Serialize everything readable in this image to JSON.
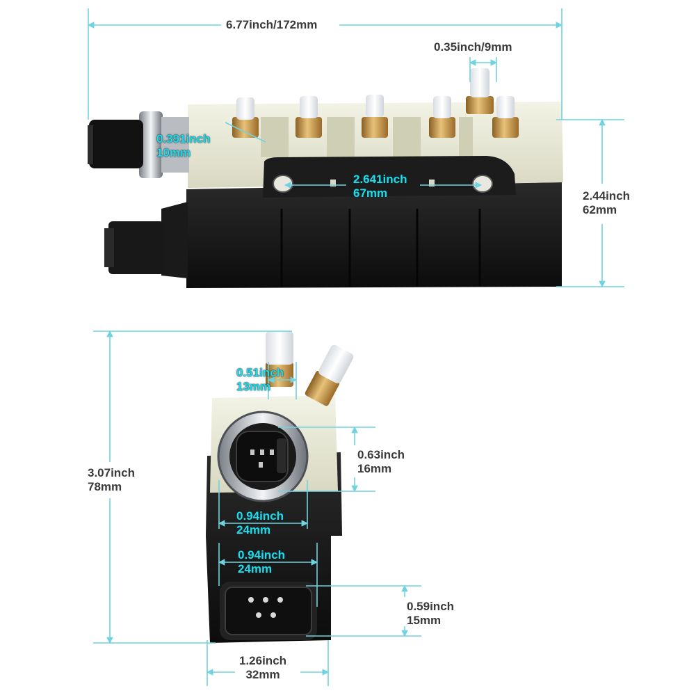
{
  "colors": {
    "dimension_line": "#6fd3e0",
    "cyan_label": "#1fdde8",
    "dark_label": "#3a3a3a",
    "housing_black": "#141414",
    "housing_cream": "#e9e9d6",
    "brass": "#c89a4a"
  },
  "dimensions": {
    "overall_length": "6.77inch/172mm",
    "port_width": "0.35inch/9mm",
    "fitting_width": {
      "inch": "0.391inch",
      "mm": "10mm"
    },
    "mount_spacing": {
      "inch": "2.641inch",
      "mm": "67mm"
    },
    "side_height": {
      "inch": "2.44inch",
      "mm": "62mm"
    },
    "end_height": {
      "inch": "3.07inch",
      "mm": "78mm"
    },
    "end_port_width": {
      "inch": "0.51inch",
      "mm": "13mm"
    },
    "sensor_height": {
      "inch": "0.63inch",
      "mm": "16mm"
    },
    "sensor_width": {
      "inch": "0.94inch",
      "mm": "24mm"
    },
    "connector_width": {
      "inch": "0.94inch",
      "mm": "24mm"
    },
    "connector_height": {
      "inch": "0.59inch",
      "mm": "15mm"
    },
    "end_width": {
      "inch": "1.26inch",
      "mm": "32mm"
    }
  }
}
